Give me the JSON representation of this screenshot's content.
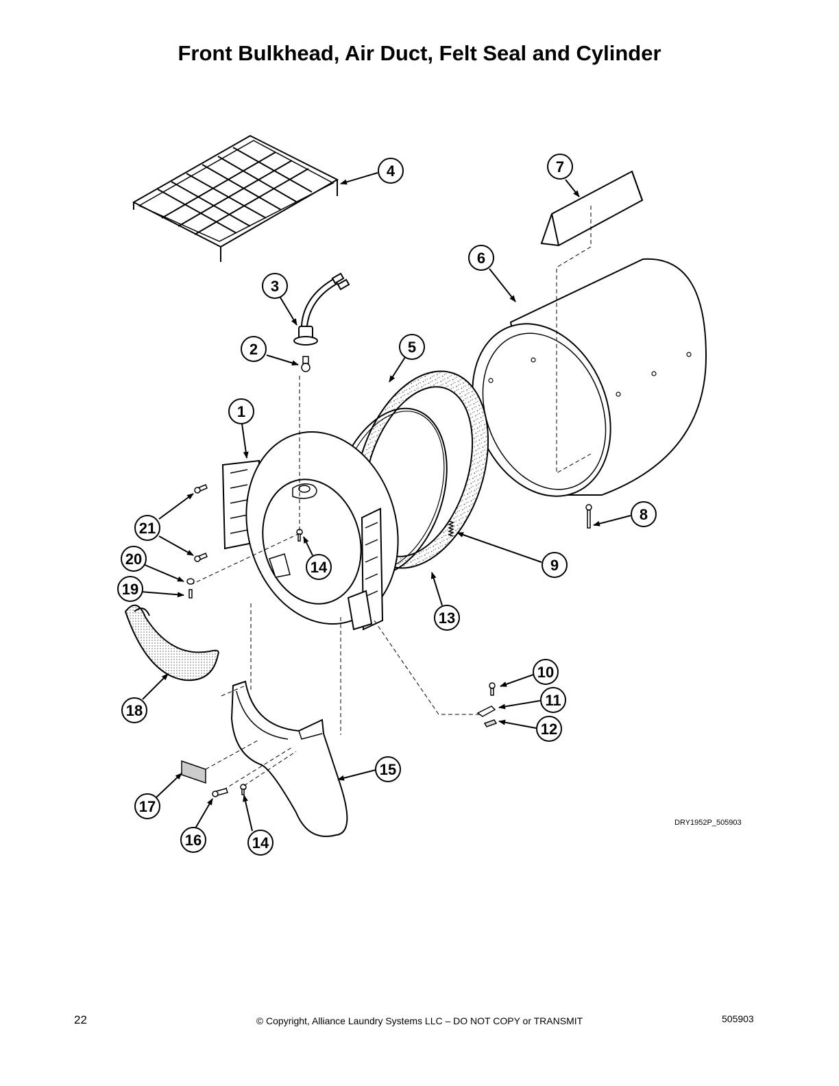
{
  "title": "Front Bulkhead, Air Duct, Felt Seal and Cylinder",
  "figure_code": "DRY1952P_505903",
  "footer": {
    "page_number": "22",
    "copyright": "© Copyright, Alliance Laundry Systems LLC – DO NOT COPY or TRANSMIT",
    "document_number": "505903"
  },
  "callouts": [
    "1",
    "2",
    "3",
    "4",
    "5",
    "6",
    "7",
    "8",
    "9",
    "10",
    "11",
    "12",
    "13",
    "14",
    "14",
    "15",
    "16",
    "17",
    "18",
    "19",
    "20",
    "21"
  ]
}
